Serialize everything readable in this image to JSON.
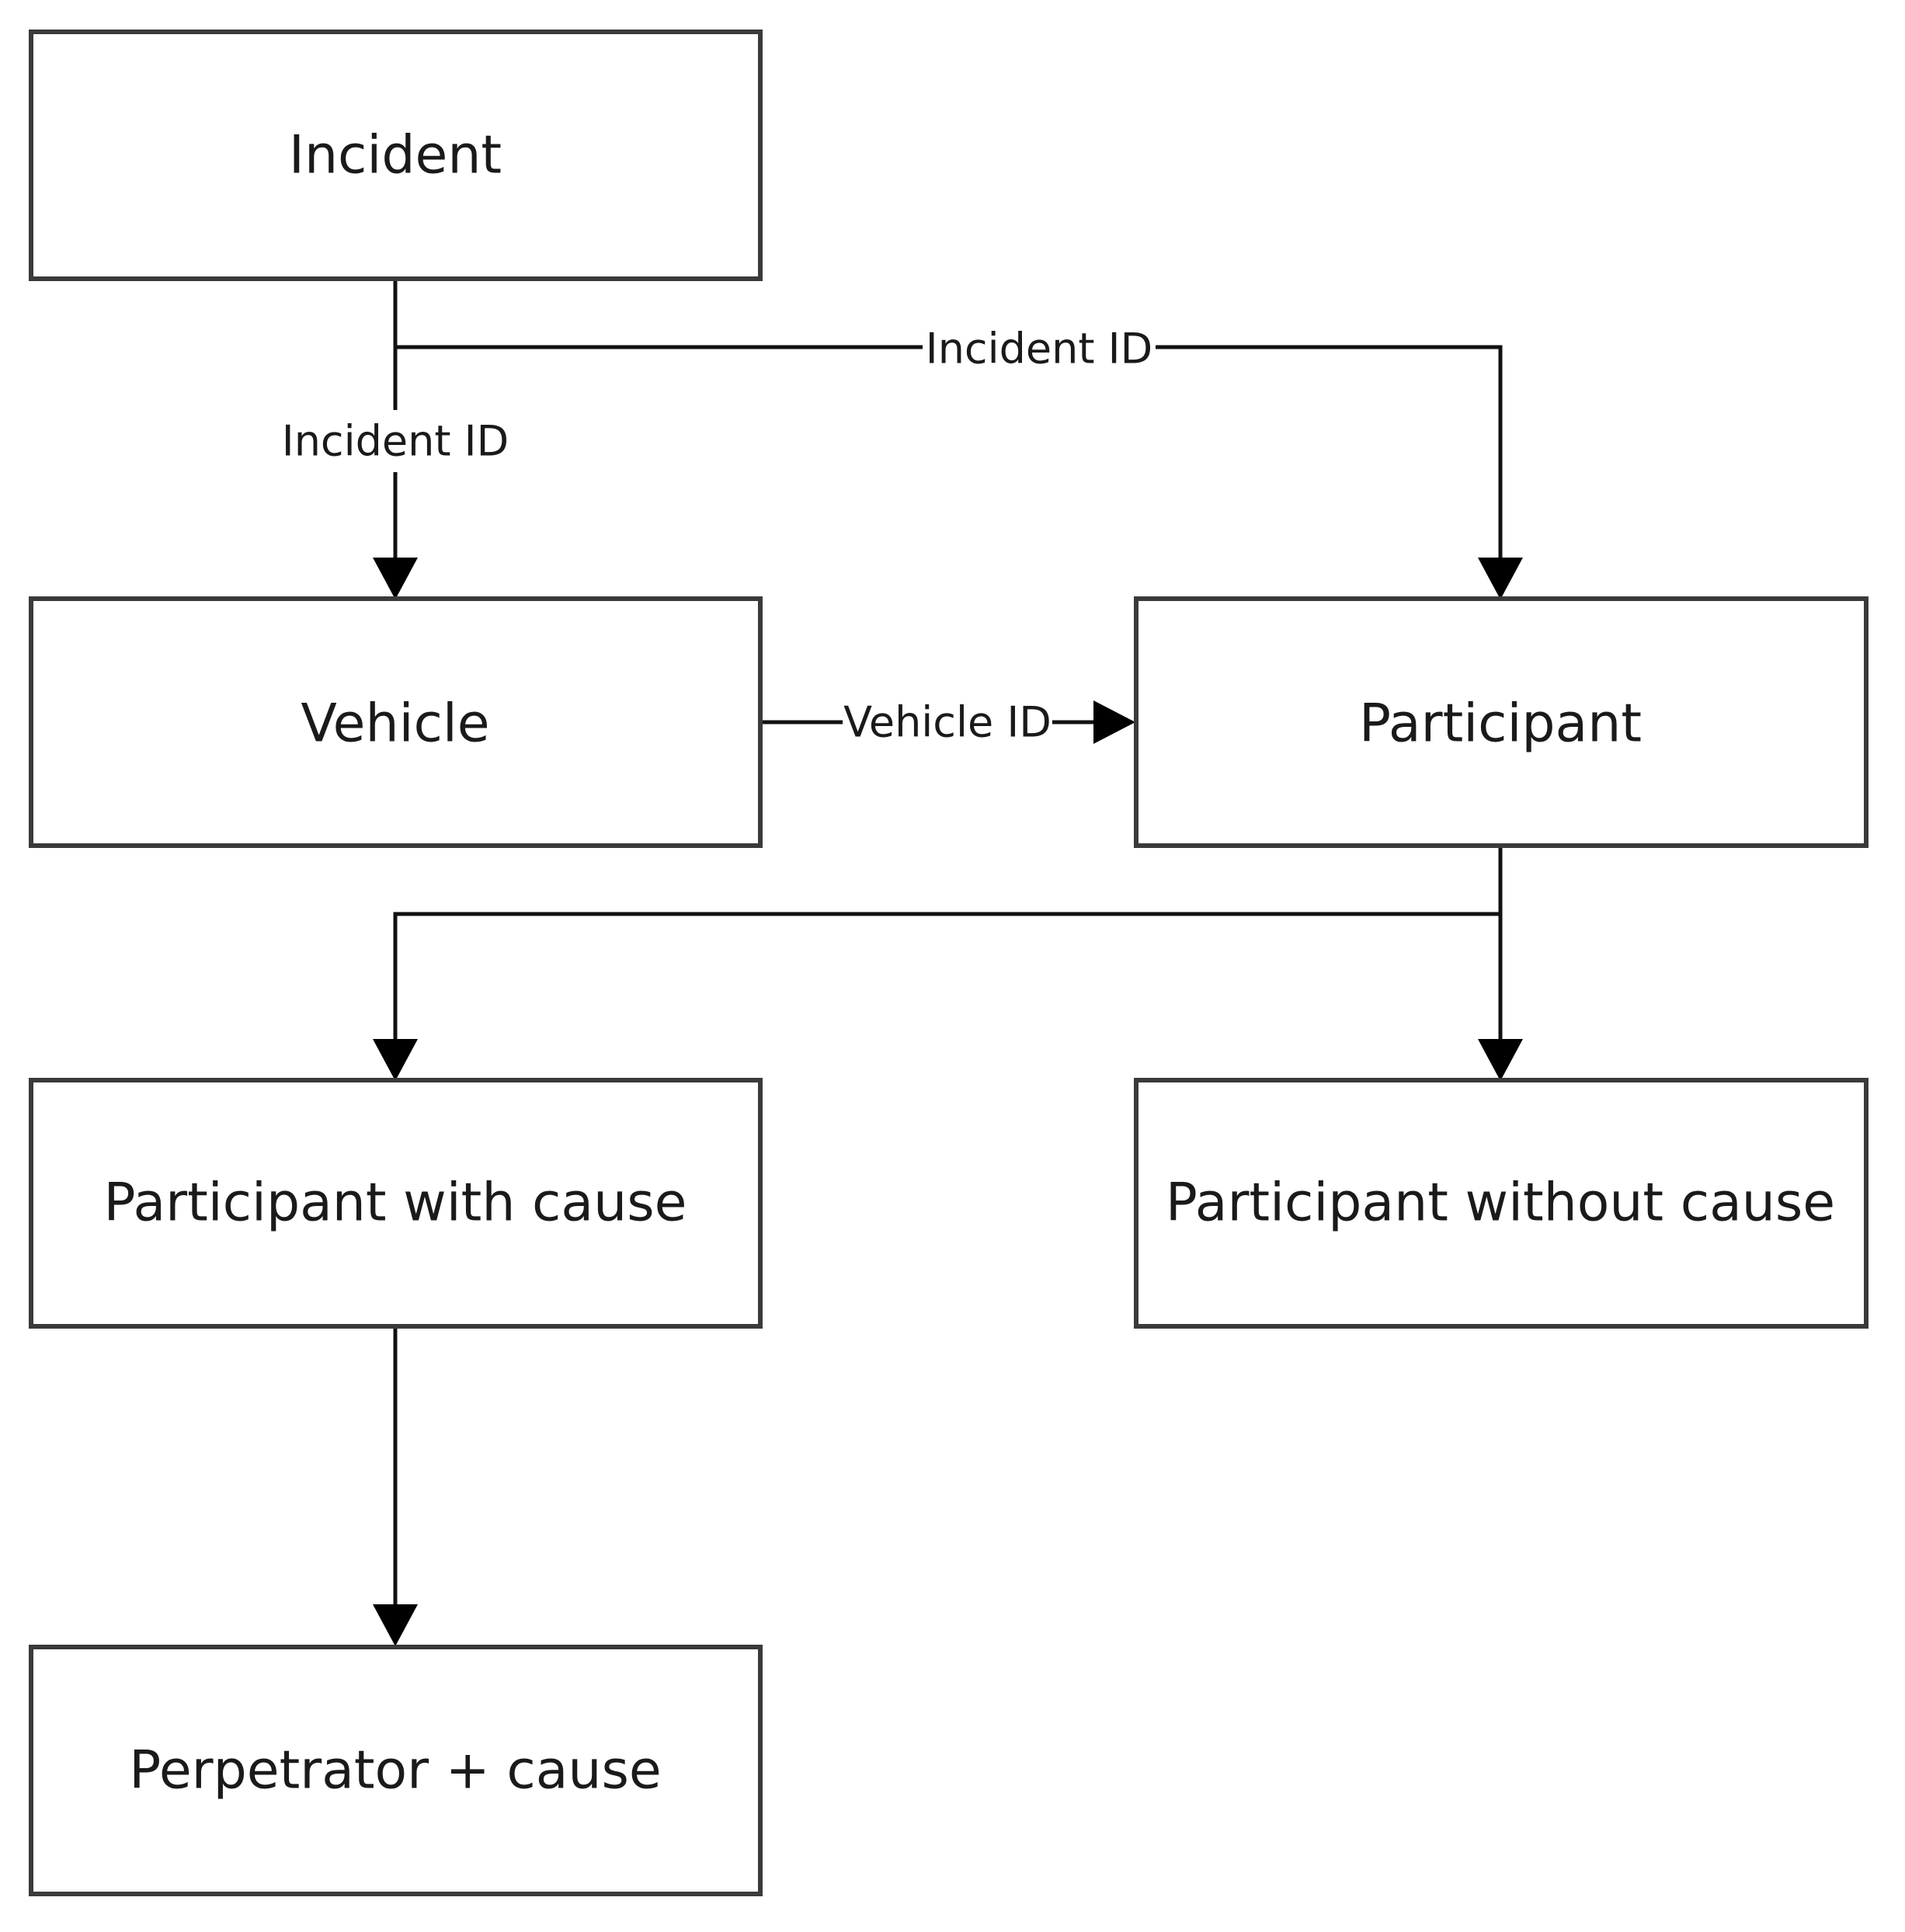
{
  "nodes": {
    "incident": "Incident",
    "vehicle": "Vehicle",
    "participant": "Participant",
    "participant_with_cause": "Participant with cause",
    "participant_without_cause": "Participant without cause",
    "perpetrator_cause": "Perpetrator + cause"
  },
  "edges": {
    "incident_to_vehicle": "Incident ID",
    "incident_to_participant": "Incident ID",
    "vehicle_to_participant": "Vehicle ID"
  },
  "colors": {
    "node_border": "#3a3a3a",
    "edge": "#111111",
    "text": "#1a1a1a",
    "background": "#ffffff"
  }
}
